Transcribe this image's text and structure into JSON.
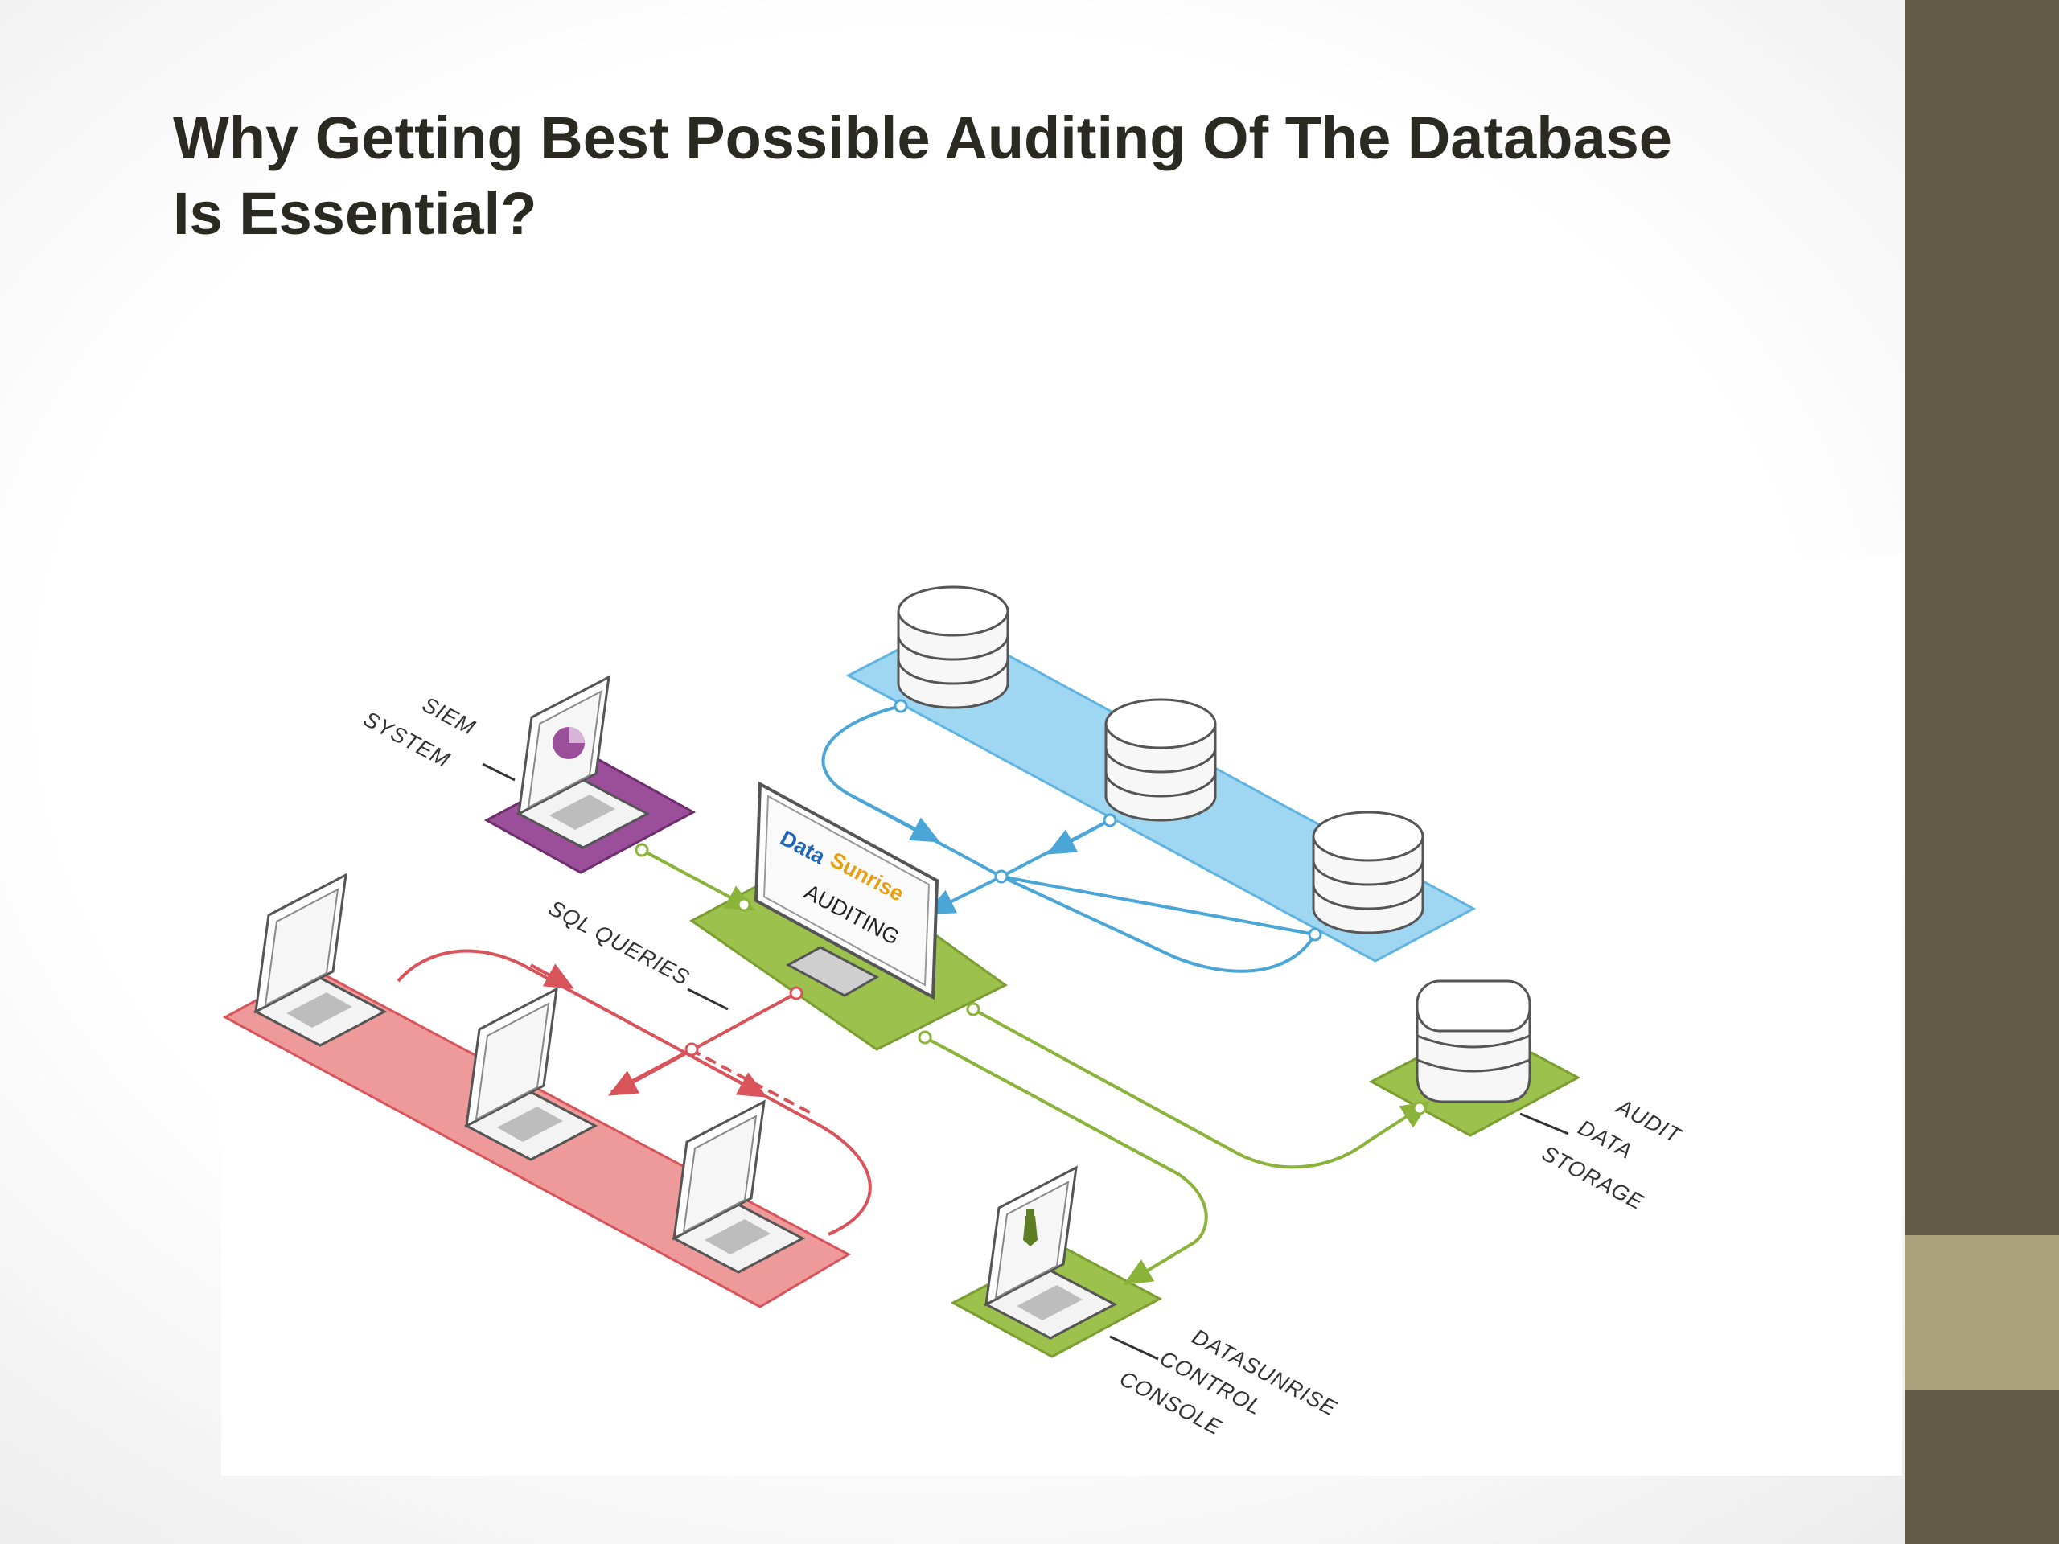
{
  "slide": {
    "title_line1": "Why Getting Best Possible Auditing Of The Database",
    "title_line2": "Is Essential?"
  },
  "diagram": {
    "labels": {
      "siem_line1": "SIEM",
      "siem_line2": "SYSTEM",
      "sql_queries": "SQL QUERIES",
      "audit_line1": "AUDIT",
      "audit_line2": "DATA",
      "audit_line3": "STORAGE",
      "console_line1": "DATASUNRISE",
      "console_line2": "CONTROL",
      "console_line3": "CONSOLE"
    },
    "monitor": {
      "logo_part1": "Data",
      "logo_part2": "Sunrise",
      "screen_text": "AUDITING"
    },
    "colors": {
      "database_zone": "#9fd6f2",
      "client_zone": "#ef9a9a",
      "auditing_zone": "#9cc14c",
      "siem_zone": "#9b4f9a",
      "sidebar": "#645b48",
      "sidebar_accent": "#a9a27d",
      "db_flow": "#4aa6d6",
      "sql_flow": "#d9545a",
      "audit_flow": "#8ab33a"
    }
  }
}
